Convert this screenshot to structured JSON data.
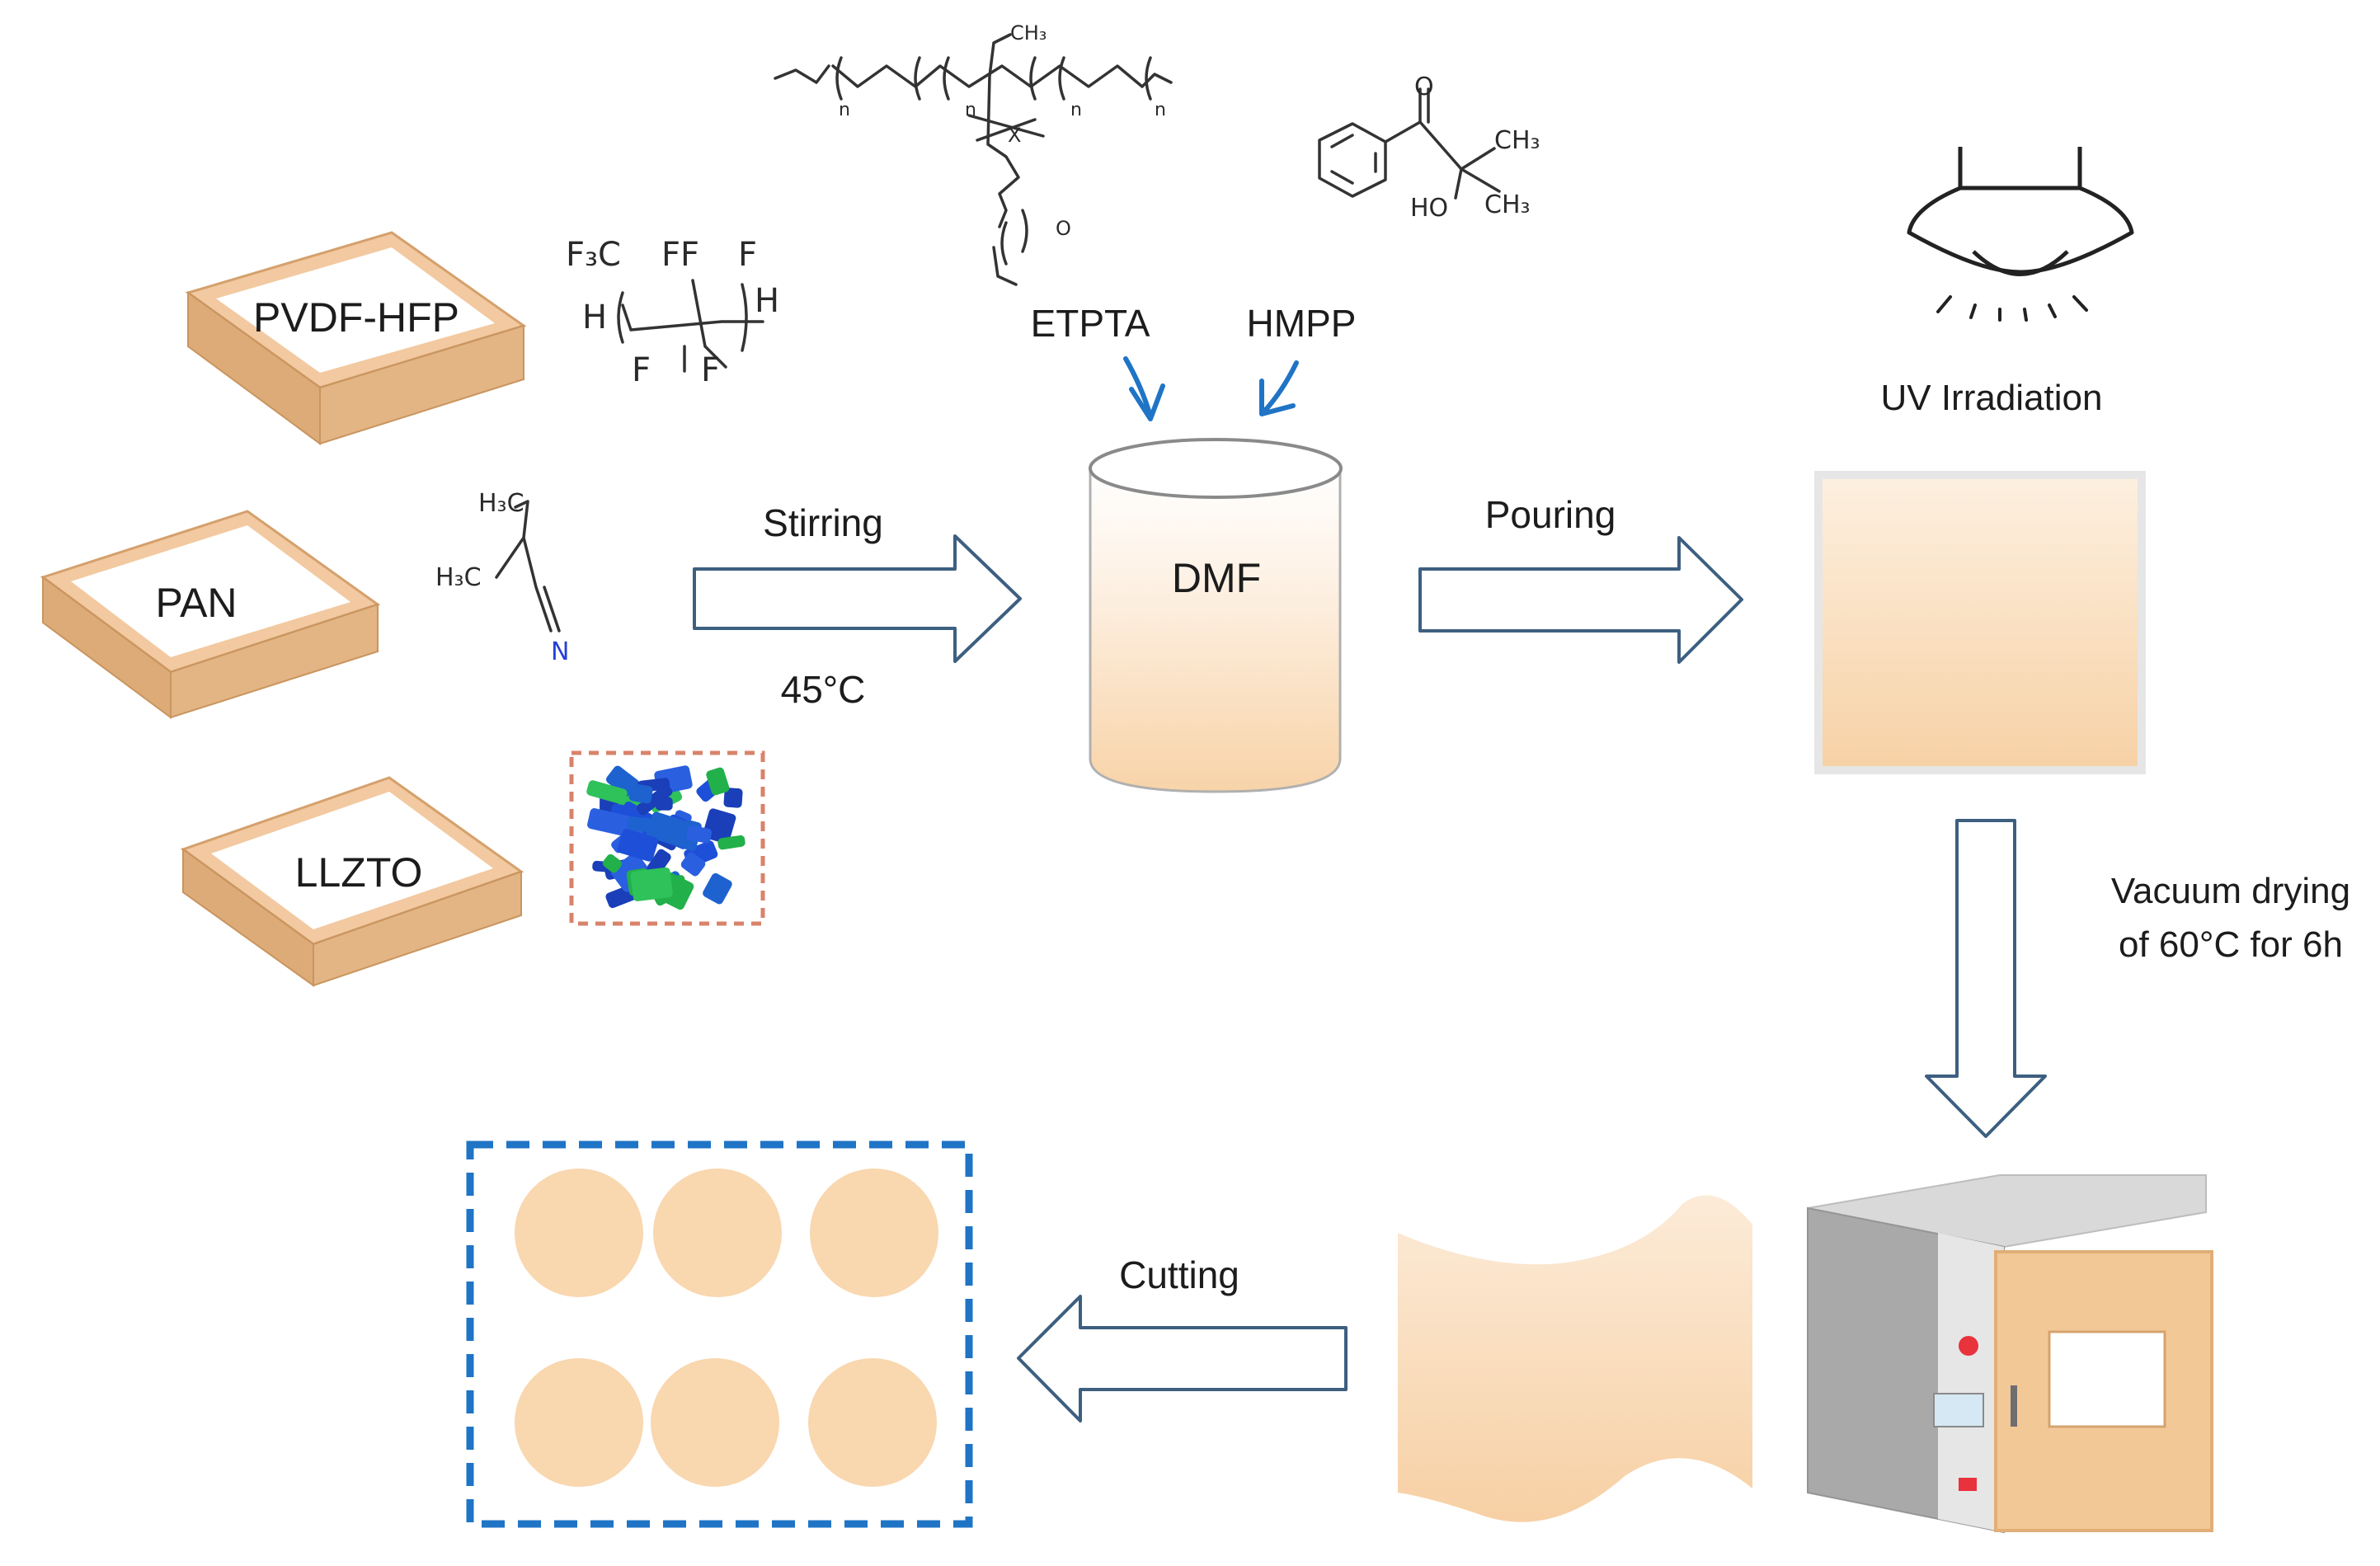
{
  "colors": {
    "frame_top": "#F2C9A0",
    "frame_side": "#D9A874",
    "fill_light": "#FCEBD9",
    "fill_mid": "#F8D7B2",
    "arrow_stroke": "#3D5F80",
    "blue_arrow": "#1F74C6",
    "dashed_border": "#1F74C6",
    "particle_border": "#D9836A",
    "oven_body": "#A9A9A9",
    "oven_door": "#F3C897",
    "indicator_red": "#E8323C",
    "lamp_stroke": "#222222",
    "nitrogen": "#2540D8"
  },
  "materials": [
    {
      "label": "PVDF-HFP"
    },
    {
      "label": "PAN"
    },
    {
      "label": "LLZTO"
    }
  ],
  "structures": {
    "pvdf": {
      "atoms": [
        "F₃C",
        "FF",
        "F",
        "H",
        "H",
        "F",
        "F"
      ]
    },
    "pan": {
      "atoms": [
        "H₃C",
        "H₃C",
        "N"
      ]
    },
    "etpta": {
      "atoms": [
        "CH₃",
        "n",
        "n",
        "n",
        "n",
        "X",
        "O"
      ]
    },
    "hmpp": {
      "atoms": [
        "CH₃",
        "CH₃",
        "HO",
        "O"
      ]
    }
  },
  "reagents": [
    {
      "label": "ETPTA",
      "icon": "etpta-structure-icon"
    },
    {
      "label": "HMPP",
      "icon": "hmpp-structure-icon"
    }
  ],
  "solvent": {
    "label": "DMF",
    "icon": "beaker-icon"
  },
  "steps": {
    "stirring": {
      "label": "Stirring",
      "condition": "45°C"
    },
    "pouring": {
      "label": "Pouring"
    },
    "uv": {
      "label": "UV Irradiation",
      "icon": "uv-lamp-icon"
    },
    "drying": {
      "line1": "Vacuum drying",
      "line2": "of 60°C for 6h",
      "icon": "vacuum-oven-icon"
    },
    "cutting": {
      "label": "Cutting"
    }
  },
  "product": {
    "disc_count": 6,
    "icon": "electrolyte-disc-icon"
  }
}
